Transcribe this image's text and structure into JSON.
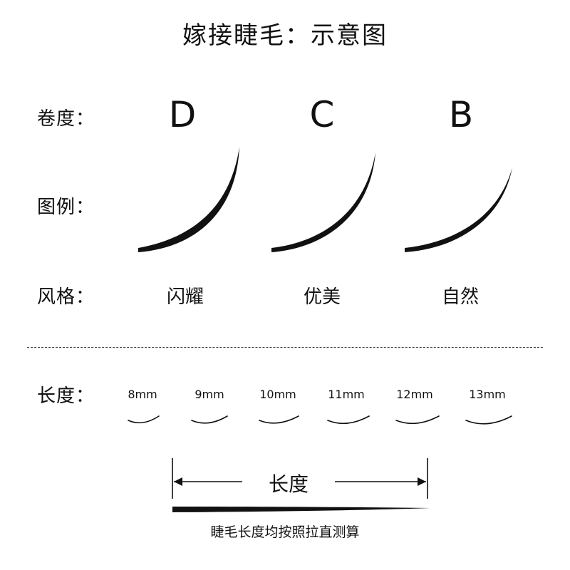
{
  "title": "嫁接睫毛：示意图",
  "rows": {
    "curl_label": "卷度：",
    "example_label": "图例：",
    "style_label": "风格：",
    "length_label": "长度："
  },
  "curls": [
    {
      "letter": "D",
      "style": "闪耀"
    },
    {
      "letter": "C",
      "style": "优美"
    },
    {
      "letter": "B",
      "style": "自然"
    }
  ],
  "lengths": [
    "8mm",
    "9mm",
    "10mm",
    "11mm",
    "12mm",
    "13mm"
  ],
  "measure": {
    "label": "长度",
    "note": "睫毛长度均按照拉直测算"
  },
  "colors": {
    "ink": "#111111"
  }
}
